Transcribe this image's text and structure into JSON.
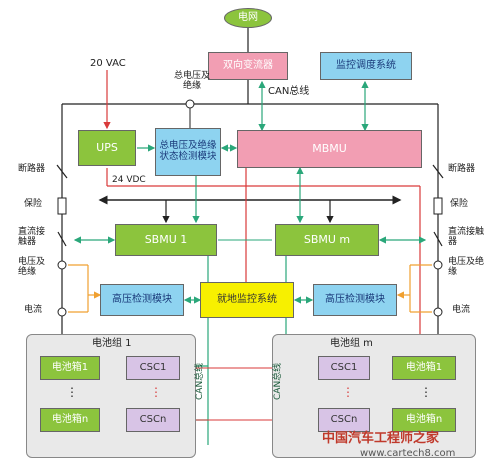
{
  "grid": "电网",
  "labels": {
    "vac": "20 VAC",
    "vdc": "24 VDC",
    "bus_voltage": "总电压及绝缘",
    "can_bus": "CAN总线",
    "can_line_1": "CAN总线",
    "can_line_2": "CAN总线",
    "breaker_l": "断路器",
    "breaker_r": "断路器",
    "fuse_l": "保险",
    "fuse_r": "保险",
    "contactor_l": "直流接触器",
    "contactor_r": "直流接触器",
    "volt_ins_l": "电压及绝缘",
    "volt_ins_r": "电压及绝缘",
    "current_l": "电流",
    "current_r": "电流",
    "dots": "⋮"
  },
  "blocks": {
    "converter": "双向变流器",
    "dispatch": "监控调度系统",
    "ups": "UPS",
    "hv_monitor": "总电压及绝缘状态检测模块",
    "mbmu": "MBMU",
    "sbmu1": "SBMU 1",
    "sbmum": "SBMU m",
    "hv_detect_l": "高压检测模块",
    "hv_detect_r": "高压检测模块",
    "ground_monitor": "就地监控系统"
  },
  "groups": {
    "left": {
      "title": "电池组 1",
      "boxes": [
        "电池箱1",
        "电池箱n"
      ],
      "cscs": [
        "CSC1",
        "CSCn"
      ]
    },
    "right": {
      "title": "电池组 m",
      "boxes": [
        "电池箱1",
        "电池箱n"
      ],
      "cscs": [
        "CSC1",
        "CSCn"
      ]
    }
  },
  "watermark": {
    "line1": "中国汽车工程师之家",
    "line2": "www.cartech8.com"
  },
  "colors": {
    "green": "#8cc43d",
    "pink": "#f29eb3",
    "blue": "#8ed3f0",
    "yellow": "#f7f000",
    "purple": "#d8c4e6",
    "teal_line": "#2aa77a",
    "red_line": "#d93a3a",
    "orange_line": "#f0a030"
  }
}
